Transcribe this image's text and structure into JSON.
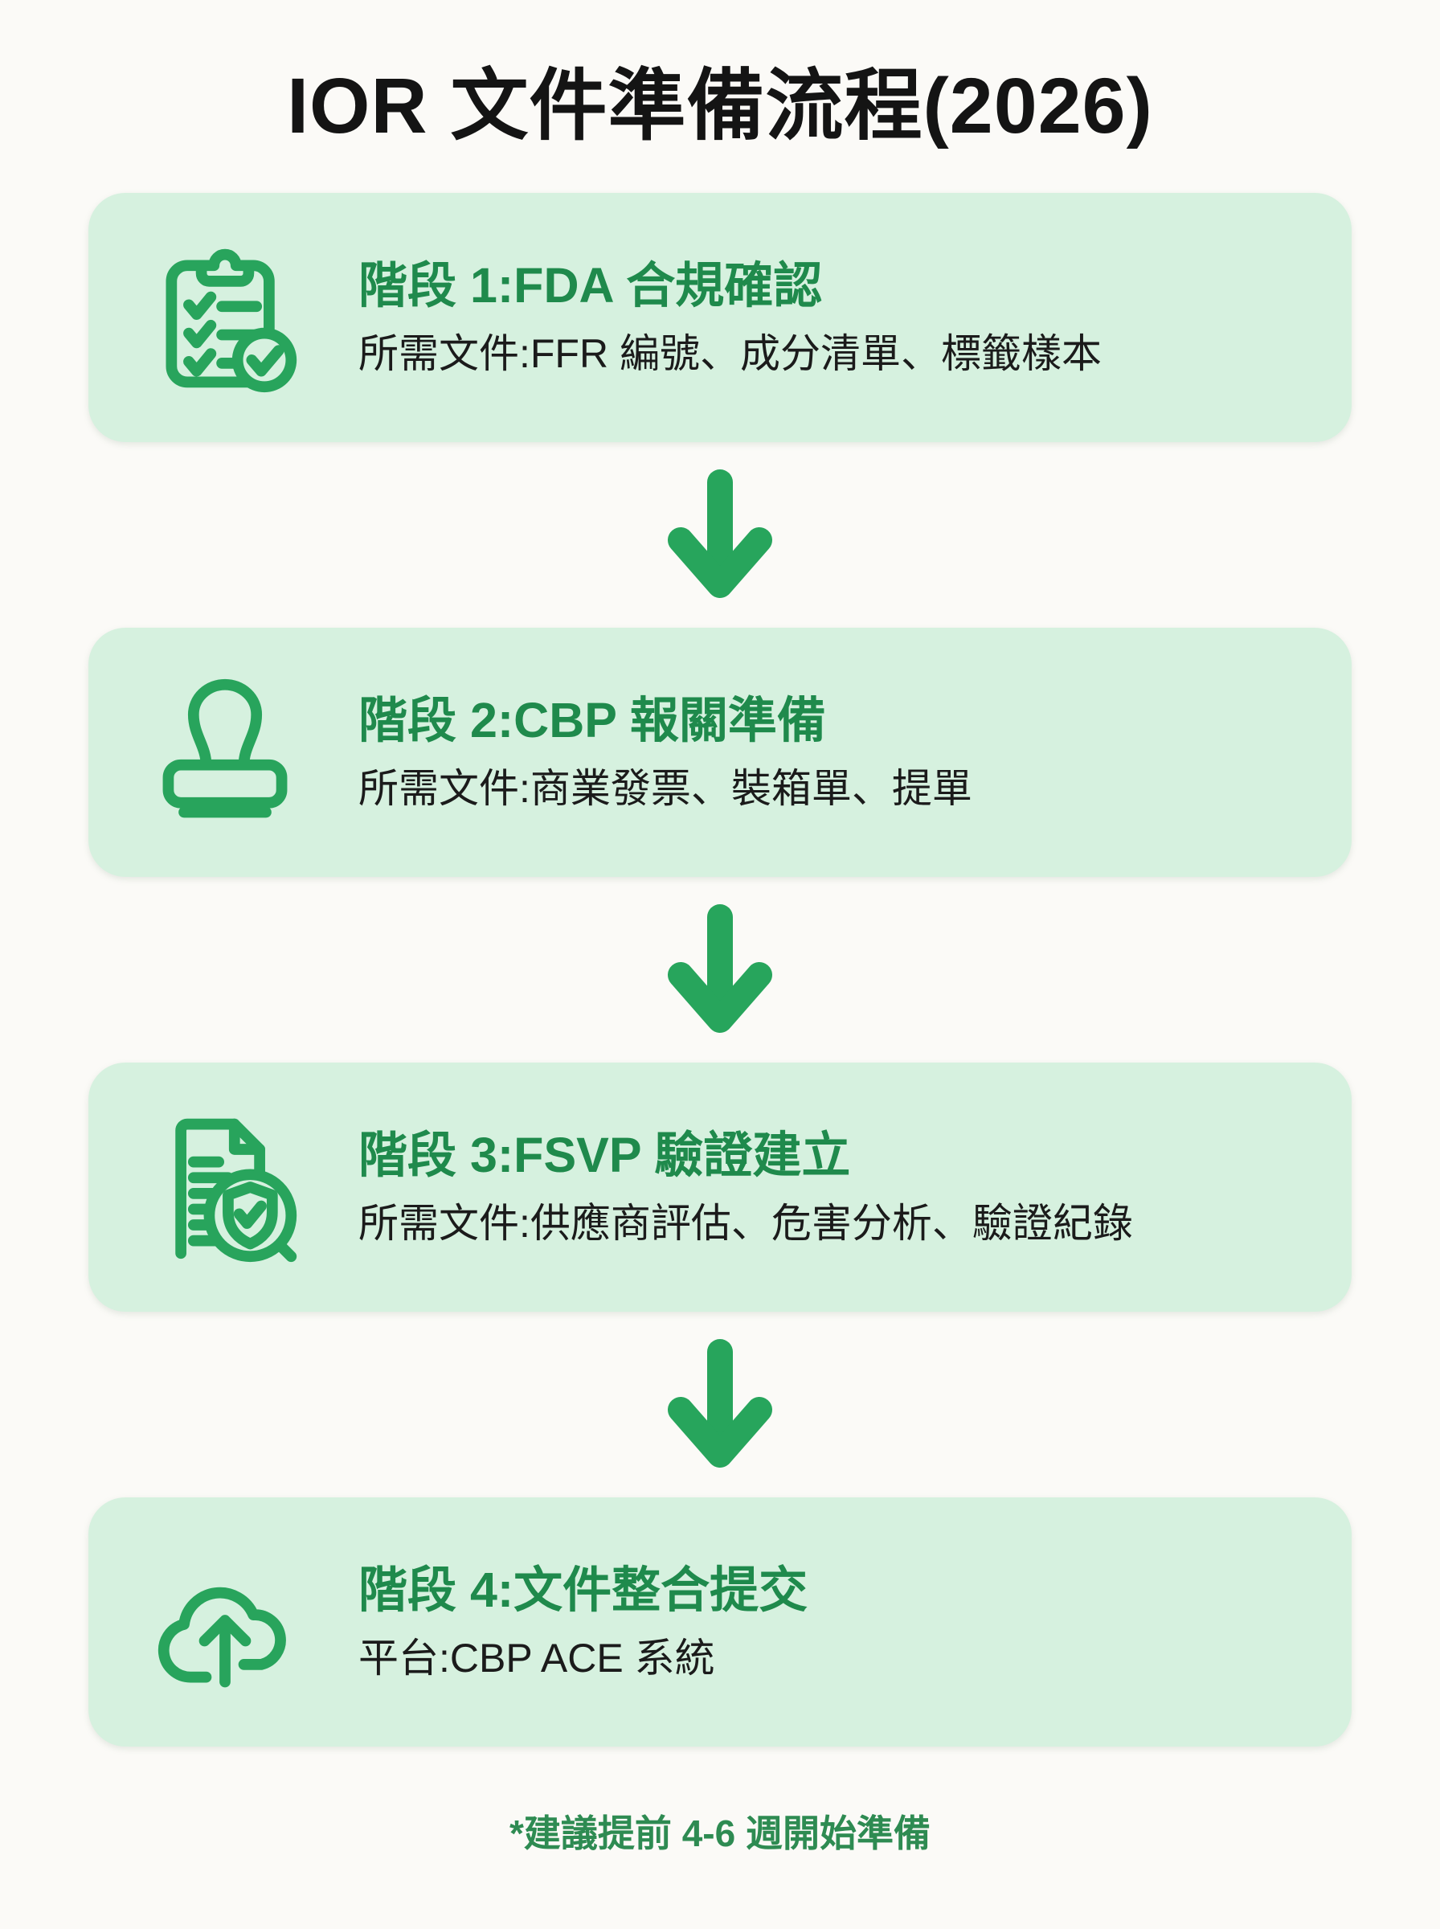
{
  "page": {
    "title": "IOR 文件準備流程(2026)",
    "footnote": "*建議提前 4-6 週開始準備"
  },
  "colors": {
    "page_background": "#fbfaf7",
    "card_background": "#d6f1df",
    "heading_green": "#1f8a4c",
    "icon_green": "#28a45c",
    "arrow_green": "#27a55c",
    "body_text": "#1b1b1b",
    "footnote_green": "#2e8b52"
  },
  "stages": [
    {
      "icon": "clipboard-check-icon",
      "heading": "階段 1:FDA 合規確認",
      "detail": "所需文件:FFR 編號、成分清單、標籤樣本"
    },
    {
      "icon": "stamp-icon",
      "heading": "階段 2:CBP 報關準備",
      "detail": "所需文件:商業發票、裝箱單、提單"
    },
    {
      "icon": "document-shield-icon",
      "heading": "階段 3:FSVP 驗證建立",
      "detail": "所需文件:供應商評估、危害分析、驗證紀錄"
    },
    {
      "icon": "cloud-upload-icon",
      "heading": "階段 4:文件整合提交",
      "detail": "平台:CBP ACE 系統"
    }
  ]
}
